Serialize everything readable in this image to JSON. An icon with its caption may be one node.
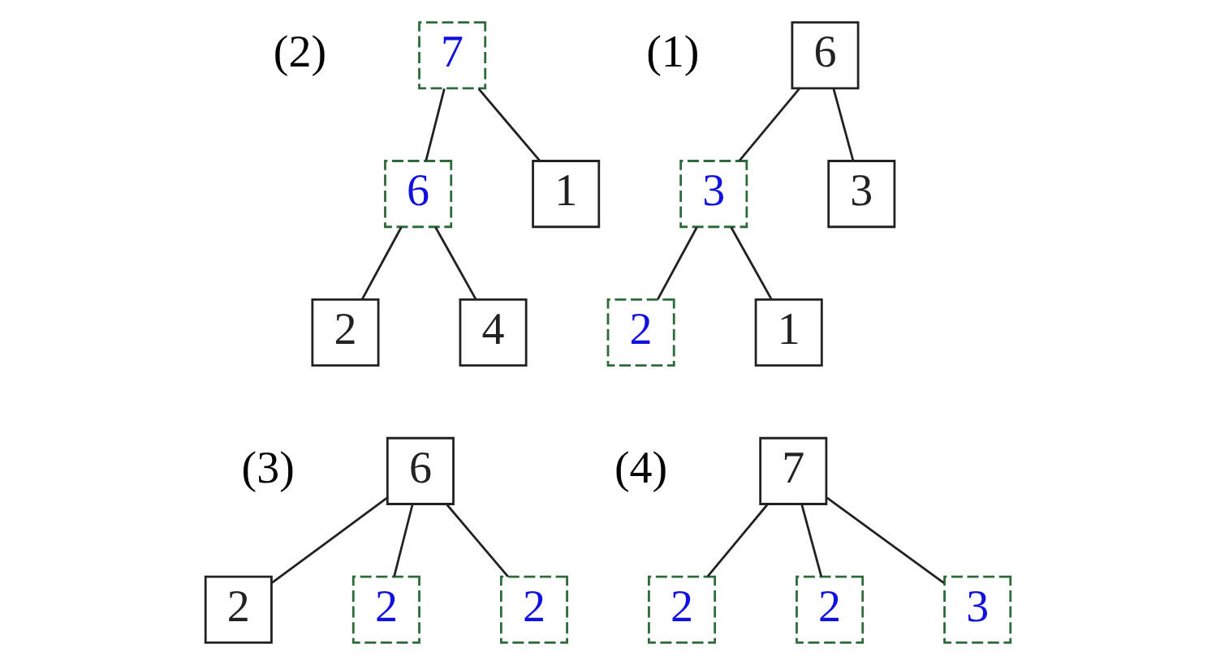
{
  "diagram": {
    "nodes": [
      {
        "text": [
          "6"
        ]
      },
      {
        "text": [
          "3"
        ]
      },
      {
        "text": [
          "3"
        ]
      },
      {
        "text": [
          "2"
        ]
      },
      {
        "text": [
          "1"
        ]
      },
      {
        "text": [
          "7"
        ]
      },
      {
        "text": [
          "1"
        ]
      },
      {
        "text": [
          "6"
        ]
      },
      {
        "text": [
          "4"
        ]
      },
      {
        "text": [
          "2"
        ]
      },
      {
        "text": [
          "6"
        ]
      },
      {
        "text": [
          "2"
        ]
      },
      {
        "text": [
          "2"
        ]
      },
      {
        "text": [
          "2"
        ]
      },
      {
        "text": [
          "7"
        ]
      },
      {
        "text": [
          "2"
        ]
      },
      {
        "text": [
          "2"
        ]
      },
      {
        "text": [
          "3"
        ]
      }
    ],
    "edges": [
      {
        "from": 0,
        "to": 1,
        "arrow": "none"
      },
      {
        "from": 0,
        "to": 2,
        "arrow": "none"
      },
      {
        "from": 1,
        "to": 3,
        "arrow": "none"
      },
      {
        "from": 1,
        "to": 4,
        "arrow": "none"
      },
      {
        "from": 5,
        "to": 6,
        "arrow": "none"
      },
      {
        "from": 5,
        "to": 7,
        "arrow": "none"
      },
      {
        "from": 7,
        "to": 8,
        "arrow": "none"
      },
      {
        "from": 7,
        "to": 9,
        "arrow": "none"
      },
      {
        "from": 10,
        "to": 11,
        "arrow": "none"
      },
      {
        "from": 10,
        "to": 12,
        "arrow": "none"
      },
      {
        "from": 10,
        "to": 13,
        "arrow": "none"
      },
      {
        "from": 14,
        "to": 15,
        "arrow": "none"
      },
      {
        "from": 14,
        "to": 16,
        "arrow": "none"
      },
      {
        "from": 14,
        "to": 17,
        "arrow": "none"
      }
    ],
    "labels": [
      "(1)",
      "(2)",
      "(3)",
      "(4)"
    ]
  }
}
